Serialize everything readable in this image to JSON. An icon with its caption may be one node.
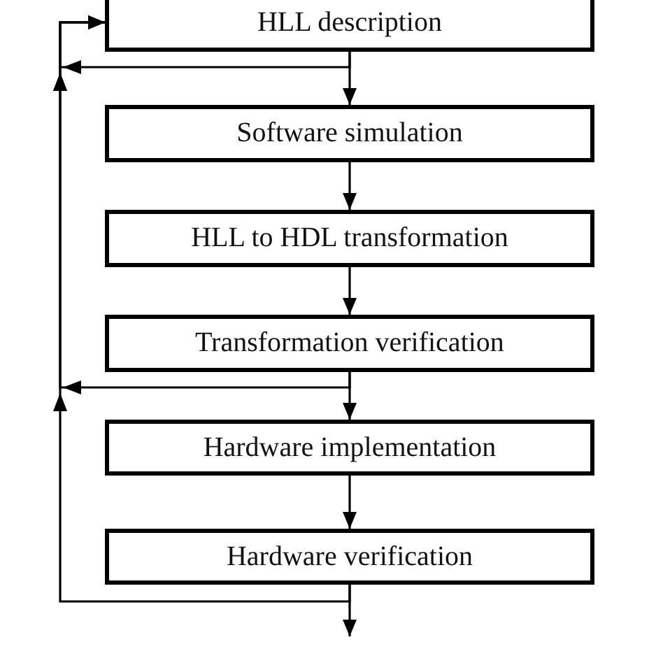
{
  "diagram": {
    "nodes": [
      {
        "text": [
          "HLL description"
        ]
      },
      {
        "text": [
          "Software simulation"
        ]
      },
      {
        "text": [
          "HLL to HDL transformation"
        ]
      },
      {
        "text": [
          "Transformation verification"
        ]
      },
      {
        "text": [
          "Hardware implementation"
        ]
      },
      {
        "text": [
          "Hardware verification"
        ]
      }
    ],
    "edges": [
      {
        "from": 0,
        "to": 1,
        "arrow": "to"
      },
      {
        "from": 1,
        "to": 2,
        "arrow": "to"
      },
      {
        "from": 2,
        "to": 3,
        "arrow": "to"
      },
      {
        "from": 3,
        "to": 4,
        "arrow": "to"
      },
      {
        "from": 4,
        "to": 5,
        "arrow": "to"
      },
      {
        "from": 5,
        "to": null,
        "arrow": "to"
      },
      {
        "from": 0,
        "to": 0,
        "arrow": "to"
      },
      {
        "from": 3,
        "to": 0,
        "arrow": "to"
      },
      {
        "from": 5,
        "to": 0,
        "arrow": "to"
      }
    ]
  }
}
